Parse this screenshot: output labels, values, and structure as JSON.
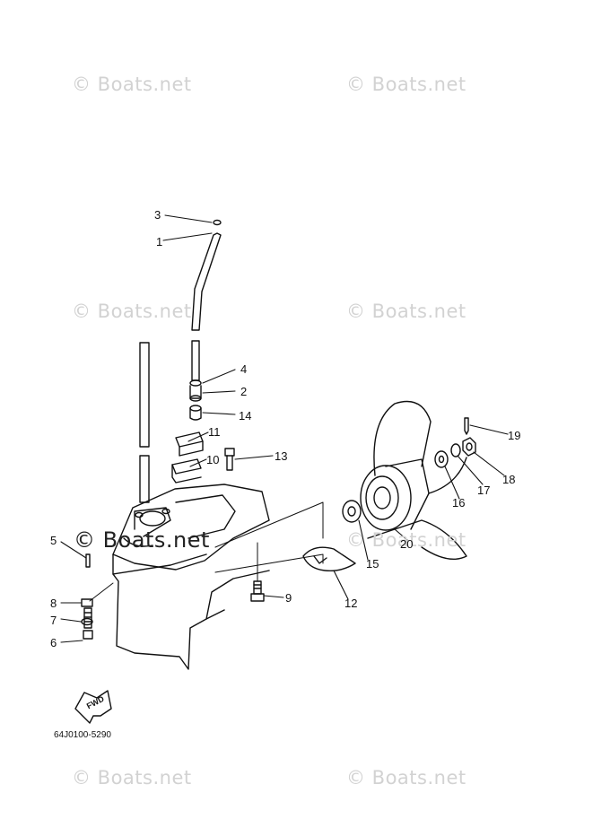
{
  "watermarks": [
    "© Boats.net",
    "© Boats.net",
    "© Boats.net",
    "© Boats.net",
    "© Boats.net",
    "© Boats.net",
    "© Boats.net",
    "© Boats.net"
  ],
  "callouts": [
    "1",
    "2",
    "3",
    "4",
    "5",
    "6",
    "7",
    "8",
    "9",
    "10",
    "11",
    "12",
    "13",
    "14",
    "15",
    "16",
    "17",
    "18",
    "19",
    "20"
  ],
  "fwd_label": "FWD",
  "drawing_code": "64J0100-5290",
  "colors": {
    "line": "#111111",
    "watermark": "#d2d2d2",
    "background": "#ffffff"
  }
}
